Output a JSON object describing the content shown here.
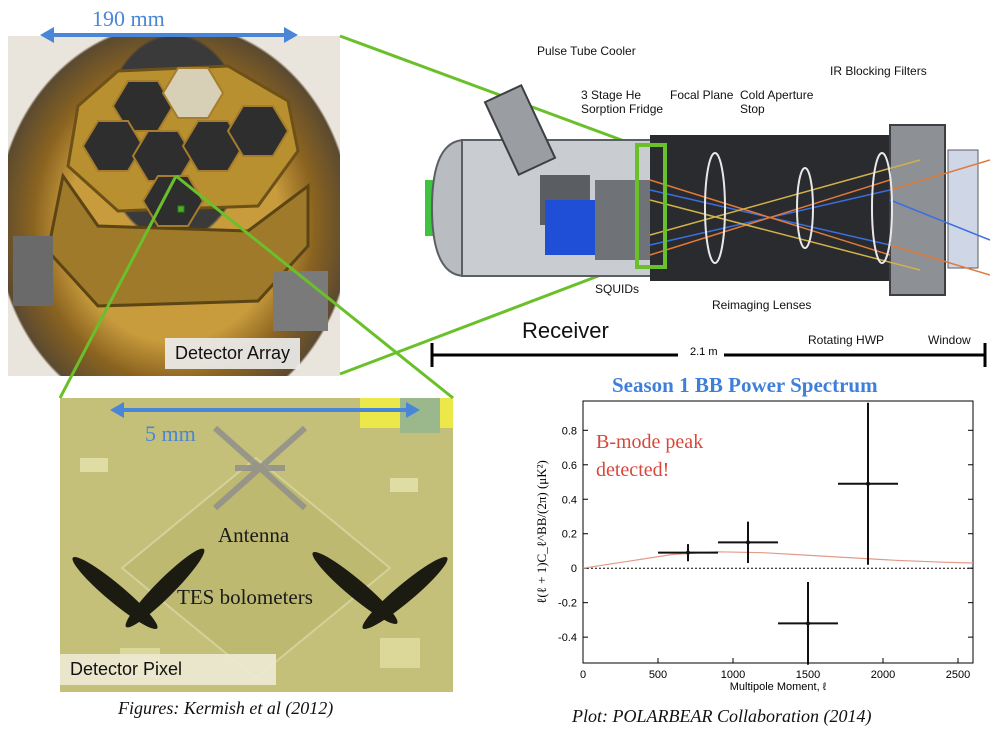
{
  "detector_array": {
    "width_label": "190 mm",
    "label": "Detector Array"
  },
  "detector_pixel": {
    "width_label": "5 mm",
    "antenna_label": "Antenna",
    "tes_label": "TES bolometers",
    "label": "Detector Pixel"
  },
  "receiver": {
    "title": "Receiver",
    "labels": {
      "pulse_tube": "Pulse Tube Cooler",
      "sorption_fridge": "3 Stage He\nSorption Fridge",
      "focal_plane": "Focal Plane",
      "cold_aperture": "Cold Aperture\nStop",
      "ir_filters": "IR Blocking Filters",
      "squids": "SQUIDs",
      "reimaging": "Reimaging Lenses",
      "hwp": "Rotating HWP",
      "window": "Window"
    },
    "scale_label": "2.1 m"
  },
  "captions": {
    "left": "Figures: Kermish et al (2012)",
    "right": "Plot: POLARBEAR Collaboration (2014)"
  },
  "chart_data": {
    "type": "scatter",
    "title": "Season 1 BB Power Spectrum",
    "xlabel": "Multipole Moment, ℓ",
    "ylabel": "ℓ(ℓ + 1)C_ℓ^BB/(2π)  (μK²)",
    "annotation": "B-mode peak detected!",
    "xlim": [
      0,
      2600
    ],
    "ylim": [
      -0.55,
      0.97
    ],
    "x_ticks": [
      0,
      500,
      1000,
      1500,
      2000,
      2500
    ],
    "y_ticks": [
      -0.4,
      -0.2,
      0,
      0.2,
      0.4,
      0.6,
      0.8
    ],
    "points": [
      {
        "x": 700,
        "y": 0.09,
        "x_err": 200,
        "y_err": 0.05
      },
      {
        "x": 1100,
        "y": 0.15,
        "x_err": 200,
        "y_err": 0.12
      },
      {
        "x": 1500,
        "y": -0.32,
        "x_err": 200,
        "y_err": 0.24
      },
      {
        "x": 1900,
        "y": 0.49,
        "x_err": 200,
        "y_err": 0.47
      }
    ],
    "model_curve": [
      [
        0,
        0
      ],
      [
        300,
        0.04
      ],
      [
        600,
        0.08
      ],
      [
        900,
        0.095
      ],
      [
        1200,
        0.09
      ],
      [
        1500,
        0.075
      ],
      [
        1800,
        0.06
      ],
      [
        2100,
        0.045
      ],
      [
        2400,
        0.035
      ],
      [
        2600,
        0.03
      ]
    ],
    "colors": {
      "points": "#111111",
      "model": "#e39a8a",
      "annotation": "#d9473a"
    }
  }
}
